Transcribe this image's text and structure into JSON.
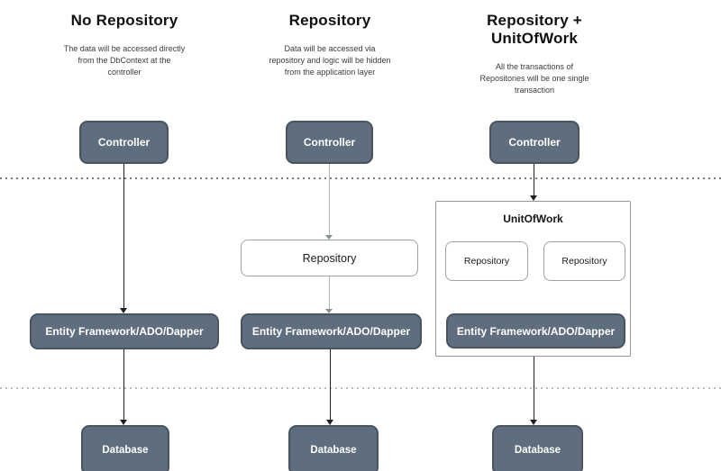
{
  "diagram": {
    "columns": [
      {
        "title_lines": [
          "No Repository"
        ],
        "description_lines": [
          "The data will be accessed directly",
          "from the DbContext at the",
          "controller"
        ],
        "controller": "Controller",
        "ef": "Entity Framework/ADO/Dapper",
        "database": "Database"
      },
      {
        "title_lines": [
          "Repository"
        ],
        "description_lines": [
          "Data will be accessed via",
          "repository and logic will be hidden",
          "from the application layer"
        ],
        "controller": "Controller",
        "repository": "Repository",
        "ef": "Entity Framework/ADO/Dapper",
        "database": "Database"
      },
      {
        "title_lines": [
          "Repository +",
          "UnitOfWork"
        ],
        "description_lines": [
          "All the transactions of",
          "Repositories will be one single",
          "transaction"
        ],
        "controller": "Controller",
        "unitofwork_label": "UnitOfWork",
        "repository1": "Repository",
        "repository2": "Repository",
        "ef": "Entity Framework/ADO/Dapper",
        "database": "Database"
      }
    ],
    "colors": {
      "node_dark_fill": "#5f6e7e",
      "node_dark_border": "#49545f",
      "node_light_border": "#9aa2a9",
      "arrow_dark": "#1f1f1f",
      "arrow_light": "#aeb8b2",
      "divider_dark": "#7a7a7a",
      "divider_light": "#bdbdbd"
    }
  }
}
